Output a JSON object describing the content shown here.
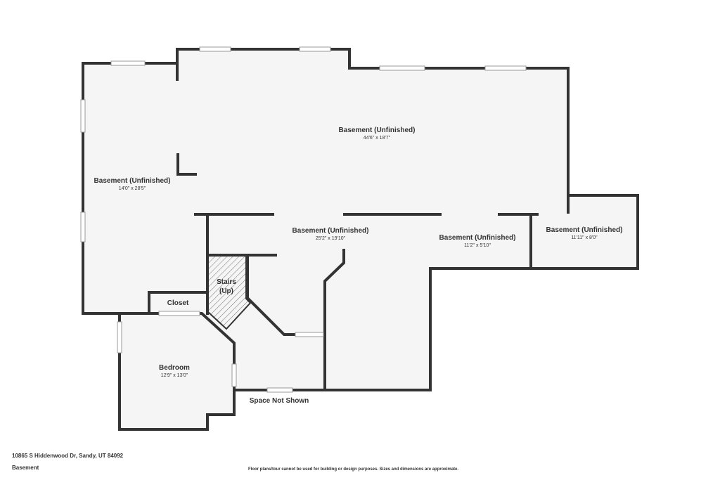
{
  "rooms": {
    "main_basement": {
      "name": "Basement (Unfinished)",
      "dims": "44'6\" x 18'7\""
    },
    "west_basement": {
      "name": "Basement (Unfinished)",
      "dims": "14'0\" x 28'5\""
    },
    "center_basement": {
      "name": "Basement (Unfinished)",
      "dims": "25'2\" x 19'10\""
    },
    "east_basement": {
      "name": "Basement (Unfinished)",
      "dims": "11'2\" x 5'10\""
    },
    "far_east_basement": {
      "name": "Basement (Unfinished)",
      "dims": "11'11\" x 8'0\""
    },
    "stairs": {
      "line1": "Stairs",
      "line2": "(Up)"
    },
    "closet": {
      "name": "Closet"
    },
    "bedroom": {
      "name": "Bedroom",
      "dims": "12'9\" x 13'0\""
    },
    "space_not_shown": {
      "name": "Space Not Shown"
    }
  },
  "footer": {
    "address": "10865 S Hiddenwood Dr, Sandy, UT 84092",
    "level": "Basement",
    "disclaimer": "Floor plans/tour cannot be used for building or design purposes. Sizes and dimensions are approximate."
  },
  "colors": {
    "wall": "#333333",
    "floor": "#f5f5f5",
    "window": "#e6e6e6"
  }
}
